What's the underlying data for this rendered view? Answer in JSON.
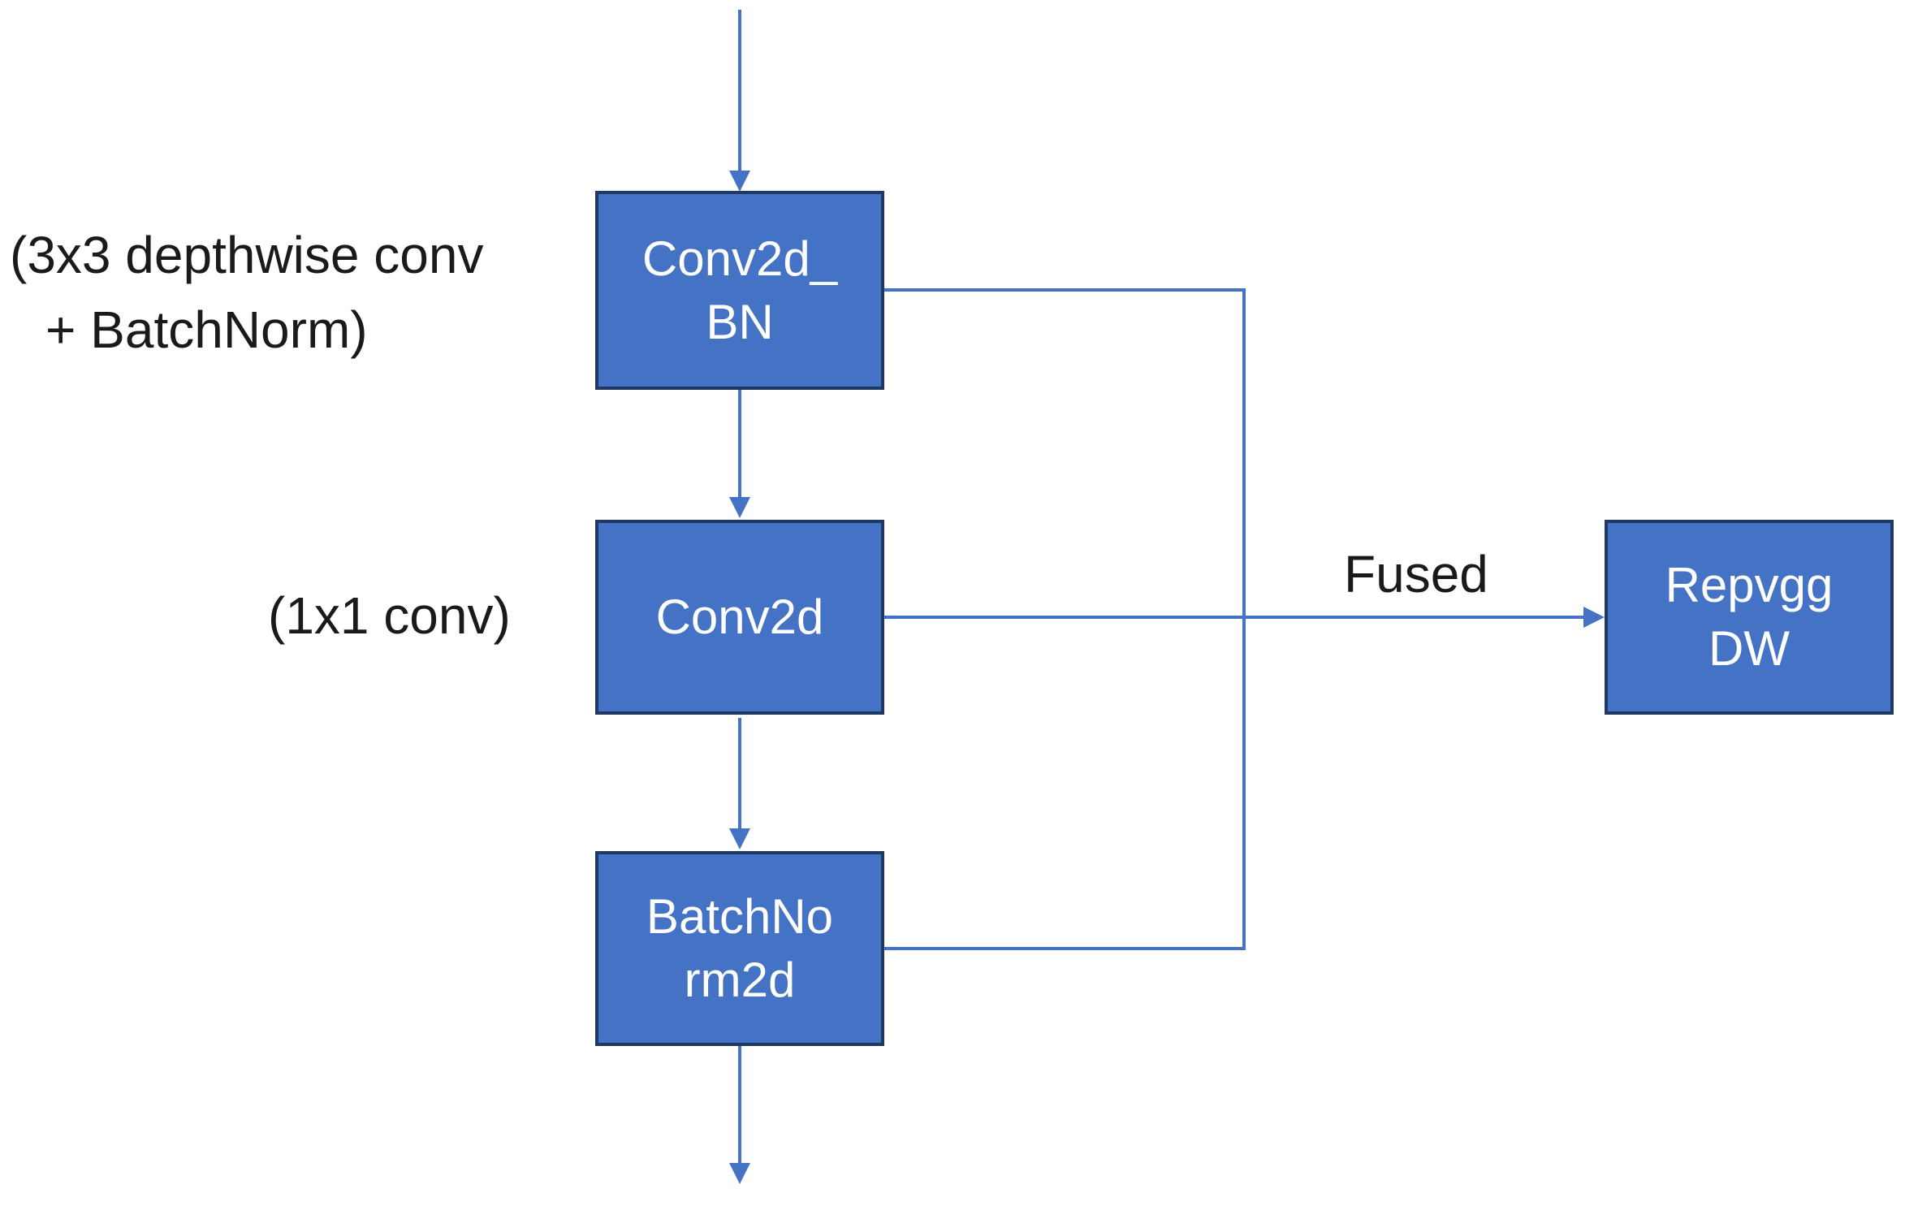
{
  "nodes": [
    {
      "id": "conv2d_bn",
      "label": "Conv2d_BN",
      "display_lines": [
        "Conv2d_",
        "BN"
      ]
    },
    {
      "id": "conv2d",
      "label": "Conv2d",
      "display_lines": [
        "Conv2d"
      ]
    },
    {
      "id": "batchnorm2d",
      "label": "BatchNorm2d",
      "display_lines": [
        "BatchNo",
        "rm2d"
      ]
    },
    {
      "id": "repvgg_dw",
      "label": "Repvgg DW",
      "display_lines": [
        "Repvgg",
        "DW"
      ]
    }
  ],
  "annotations": [
    {
      "line1": "(3x3 depthwise conv",
      "line2": "+ BatchNorm)"
    },
    {
      "line1": "(1x1 conv)"
    }
  ],
  "edge_labels": {
    "fused": "Fused"
  },
  "colors": {
    "node_fill": "#4472C4",
    "node_border": "#1F3864",
    "connector": "#4472C4",
    "node_text": "#FFFFFF",
    "annotation_text": "#1A1A1A",
    "page_bg": "#FFFFFF"
  }
}
